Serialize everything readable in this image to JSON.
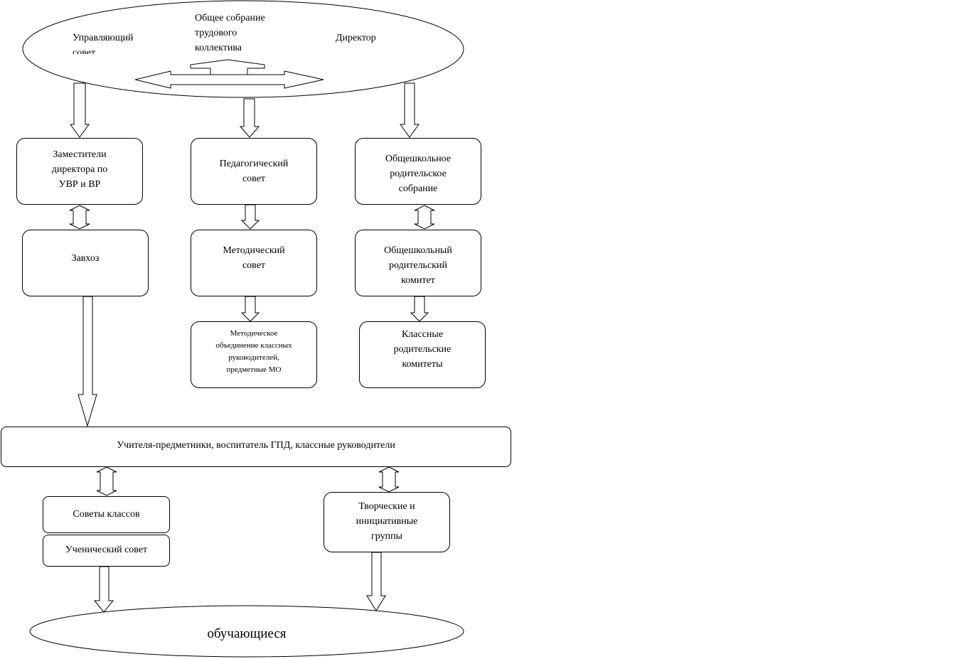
{
  "top_ellipse": {
    "left_label": "Управляющий\nсовет",
    "center_label": "Общее собрание\nтрудового\nколлектива",
    "right_label": "Директор"
  },
  "boxes": {
    "deputies": "Заместители\nдиректора по\nУВР и ВР",
    "ped_council": "Педагогический\nсовет",
    "parent_meeting": "Общешкольное\nродительское\nсобрание",
    "supply": "Завхоз",
    "method_council": "Методический\nсовет",
    "parent_committee": "Общешкольный\nродительский\nкомитет",
    "method_union": "Методическое\nобъединение классных\nруководителей,\nпредметные МО",
    "class_committees": "Классные\nродительские\nкомитеты",
    "teachers": "Учителя-предметники, воспитатель ГПД, классные руководители",
    "class_councils": "Советы классов",
    "student_council": "Ученический совет",
    "creative_groups": "Творческие и\nинициативные\nгруппы"
  },
  "bottom_ellipse": {
    "label": "обучающиеся"
  }
}
